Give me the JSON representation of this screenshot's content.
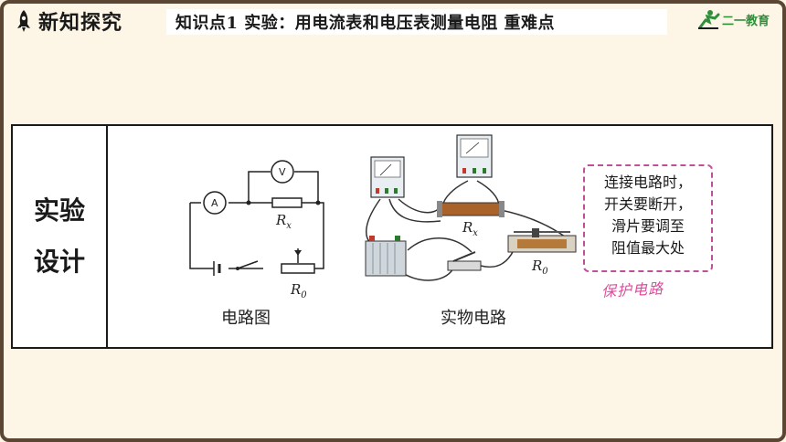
{
  "header": {
    "section_title": "新知探究",
    "topic": "知识点1  实验：用电流表和电压表测量电阻  重难点",
    "logo_text": "二一教育"
  },
  "table": {
    "row_label_line1": "实验",
    "row_label_line2": "设计"
  },
  "circuit_diagram": {
    "caption": "电路图",
    "voltmeter_symbol": "V",
    "ammeter_symbol": "A",
    "resistor_label": "R",
    "resistor_sub": "x",
    "rheostat_label": "R",
    "rheostat_sub": "0"
  },
  "physical_circuit": {
    "caption": "实物电路",
    "resistor_label": "R",
    "resistor_sub": "x",
    "rheostat_label": "R",
    "rheostat_sub": "0"
  },
  "note": {
    "lines": [
      "连接电路时，",
      "开关要断开，",
      "滑片要调至",
      "阻值最大处"
    ],
    "tag": "保护电路"
  },
  "colors": {
    "frame": "#5a4632",
    "background": "#fdf6e6",
    "note_border": "#c04f9a",
    "note_tag": "#e04c9c",
    "logo_green": "#2f8f3a"
  }
}
